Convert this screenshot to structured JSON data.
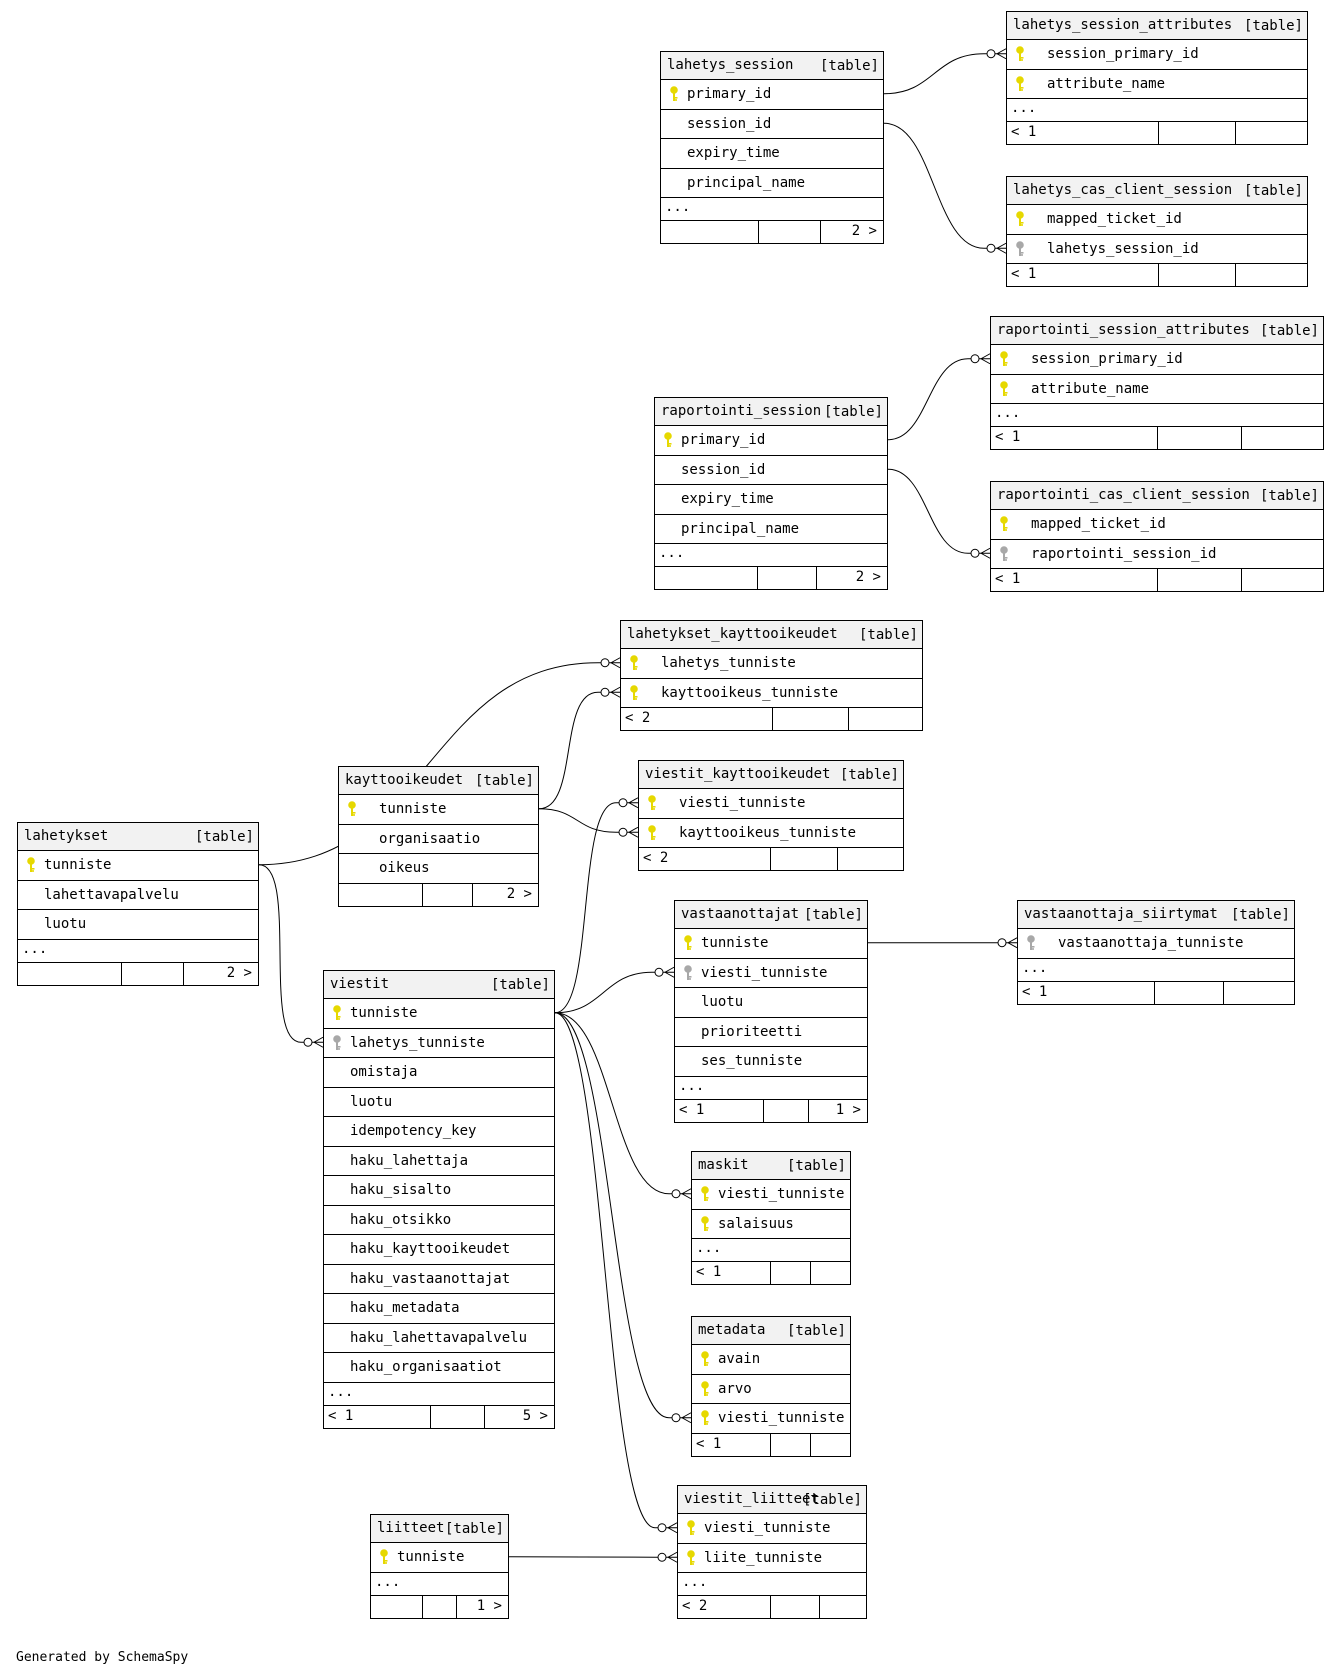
{
  "tables": [
    {
      "id": "lahetys_session",
      "name": "lahetys_session",
      "type": "[table]",
      "columns": [
        {
          "name": "primary_id",
          "key": "primary"
        },
        {
          "name": "session_id",
          "key": ""
        },
        {
          "name": "expiry_time",
          "key": ""
        },
        {
          "name": "principal_name",
          "key": ""
        }
      ],
      "more": "...",
      "parents": "",
      "children": "2 >"
    },
    {
      "id": "lahetys_session_attributes",
      "name": "lahetys_session_attributes",
      "type": "[table]",
      "columns": [
        {
          "name": "session_primary_id",
          "key": "primary"
        },
        {
          "name": "attribute_name",
          "key": "primary"
        }
      ],
      "more": "...",
      "parents": "< 1",
      "children": ""
    },
    {
      "id": "lahetys_cas_client_session",
      "name": "lahetys_cas_client_session",
      "type": "[table]",
      "columns": [
        {
          "name": "mapped_ticket_id",
          "key": "primary"
        },
        {
          "name": "lahetys_session_id",
          "key": "foreign"
        }
      ],
      "more": "",
      "parents": "< 1",
      "children": ""
    },
    {
      "id": "raportointi_session",
      "name": "raportointi_session",
      "type": "[table]",
      "columns": [
        {
          "name": "primary_id",
          "key": "primary"
        },
        {
          "name": "session_id",
          "key": ""
        },
        {
          "name": "expiry_time",
          "key": ""
        },
        {
          "name": "principal_name",
          "key": ""
        }
      ],
      "more": "...",
      "parents": "",
      "children": "2 >"
    },
    {
      "id": "raportointi_session_attributes",
      "name": "raportointi_session_attributes",
      "type": "[table]",
      "columns": [
        {
          "name": "session_primary_id",
          "key": "primary"
        },
        {
          "name": "attribute_name",
          "key": "primary"
        }
      ],
      "more": "...",
      "parents": "< 1",
      "children": ""
    },
    {
      "id": "raportointi_cas_client_session",
      "name": "raportointi_cas_client_session",
      "type": "[table]",
      "columns": [
        {
          "name": "mapped_ticket_id",
          "key": "primary"
        },
        {
          "name": "raportointi_session_id",
          "key": "foreign"
        }
      ],
      "more": "",
      "parents": "< 1",
      "children": ""
    },
    {
      "id": "lahetykset_kayttooikeudet",
      "name": "lahetykset_kayttooikeudet",
      "type": "[table]",
      "columns": [
        {
          "name": "lahetys_tunniste",
          "key": "primary"
        },
        {
          "name": "kayttooikeus_tunniste",
          "key": "primary"
        }
      ],
      "more": "",
      "parents": "< 2",
      "children": ""
    },
    {
      "id": "kayttooikeudet",
      "name": "kayttooikeudet",
      "type": "[table]",
      "columns": [
        {
          "name": "tunniste",
          "key": "primary"
        },
        {
          "name": "organisaatio",
          "key": ""
        },
        {
          "name": "oikeus",
          "key": ""
        }
      ],
      "more": "",
      "parents": "",
      "children": "2 >"
    },
    {
      "id": "viestit_kayttooikeudet",
      "name": "viestit_kayttooikeudet",
      "type": "[table]",
      "columns": [
        {
          "name": "viesti_tunniste",
          "key": "primary"
        },
        {
          "name": "kayttooikeus_tunniste",
          "key": "primary"
        }
      ],
      "more": "",
      "parents": "< 2",
      "children": ""
    },
    {
      "id": "lahetykset",
      "name": "lahetykset",
      "type": "[table]",
      "columns": [
        {
          "name": "tunniste",
          "key": "primary"
        },
        {
          "name": "lahettavapalvelu",
          "key": ""
        },
        {
          "name": "luotu",
          "key": ""
        }
      ],
      "more": "...",
      "parents": "",
      "children": "2 >"
    },
    {
      "id": "vastaanottajat",
      "name": "vastaanottajat",
      "type": "[table]",
      "columns": [
        {
          "name": "tunniste",
          "key": "primary"
        },
        {
          "name": "viesti_tunniste",
          "key": "foreign"
        },
        {
          "name": "luotu",
          "key": ""
        },
        {
          "name": "prioriteetti",
          "key": ""
        },
        {
          "name": "ses_tunniste",
          "key": ""
        }
      ],
      "more": "...",
      "parents": "< 1",
      "children": "1 >"
    },
    {
      "id": "vastaanottaja_siirtymat",
      "name": "vastaanottaja_siirtymat",
      "type": "[table]",
      "columns": [
        {
          "name": "vastaanottaja_tunniste",
          "key": "foreign"
        }
      ],
      "more": "...",
      "parents": "< 1",
      "children": ""
    },
    {
      "id": "viestit",
      "name": "viestit",
      "type": "[table]",
      "columns": [
        {
          "name": "tunniste",
          "key": "primary"
        },
        {
          "name": "lahetys_tunniste",
          "key": "foreign"
        },
        {
          "name": "omistaja",
          "key": ""
        },
        {
          "name": "luotu",
          "key": ""
        },
        {
          "name": "idempotency_key",
          "key": ""
        },
        {
          "name": "haku_lahettaja",
          "key": ""
        },
        {
          "name": "haku_sisalto",
          "key": ""
        },
        {
          "name": "haku_otsikko",
          "key": ""
        },
        {
          "name": "haku_kayttooikeudet",
          "key": ""
        },
        {
          "name": "haku_vastaanottajat",
          "key": ""
        },
        {
          "name": "haku_metadata",
          "key": ""
        },
        {
          "name": "haku_lahettavapalvelu",
          "key": ""
        },
        {
          "name": "haku_organisaatiot",
          "key": ""
        }
      ],
      "more": "...",
      "parents": "< 1",
      "children": "5 >"
    },
    {
      "id": "maskit",
      "name": "maskit",
      "type": "[table]",
      "columns": [
        {
          "name": "viesti_tunniste",
          "key": "primary"
        },
        {
          "name": "salaisuus",
          "key": "primary"
        }
      ],
      "more": "...",
      "parents": "< 1",
      "children": ""
    },
    {
      "id": "metadata",
      "name": "metadata",
      "type": "[table]",
      "columns": [
        {
          "name": "avain",
          "key": "primary"
        },
        {
          "name": "arvo",
          "key": "primary"
        },
        {
          "name": "viesti_tunniste",
          "key": "primary"
        }
      ],
      "more": "",
      "parents": "< 1",
      "children": ""
    },
    {
      "id": "liitteet",
      "name": "liitteet",
      "type": "[table]",
      "columns": [
        {
          "name": "tunniste",
          "key": "primary"
        }
      ],
      "more": "...",
      "parents": "",
      "children": "1 >"
    },
    {
      "id": "viestit_liitteet",
      "name": "viestit_liitteet",
      "type": "[table]",
      "columns": [
        {
          "name": "viesti_tunniste",
          "key": "primary"
        },
        {
          "name": "liite_tunniste",
          "key": "primary"
        }
      ],
      "more": "...",
      "parents": "< 2",
      "children": ""
    }
  ],
  "relationships": [
    {
      "from": "lahetys_session",
      "from_column": "primary_id",
      "to": "lahetys_session_attributes",
      "to_column": "session_primary_id"
    },
    {
      "from": "lahetys_session",
      "from_column": "session_id",
      "to": "lahetys_cas_client_session",
      "to_column": "lahetys_session_id"
    },
    {
      "from": "raportointi_session",
      "from_column": "primary_id",
      "to": "raportointi_session_attributes",
      "to_column": "session_primary_id"
    },
    {
      "from": "raportointi_session",
      "from_column": "session_id",
      "to": "raportointi_cas_client_session",
      "to_column": "raportointi_session_id"
    },
    {
      "from": "lahetykset",
      "from_column": "tunniste",
      "to": "lahetykset_kayttooikeudet",
      "to_column": "lahetys_tunniste"
    },
    {
      "from": "lahetykset",
      "from_column": "tunniste",
      "to": "viestit",
      "to_column": "lahetys_tunniste"
    },
    {
      "from": "kayttooikeudet",
      "from_column": "tunniste",
      "to": "lahetykset_kayttooikeudet",
      "to_column": "kayttooikeus_tunniste"
    },
    {
      "from": "kayttooikeudet",
      "from_column": "tunniste",
      "to": "viestit_kayttooikeudet",
      "to_column": "kayttooikeus_tunniste"
    },
    {
      "from": "viestit",
      "from_column": "tunniste",
      "to": "viestit_kayttooikeudet",
      "to_column": "viesti_tunniste"
    },
    {
      "from": "viestit",
      "from_column": "tunniste",
      "to": "vastaanottajat",
      "to_column": "viesti_tunniste"
    },
    {
      "from": "viestit",
      "from_column": "tunniste",
      "to": "maskit",
      "to_column": "viesti_tunniste"
    },
    {
      "from": "viestit",
      "from_column": "tunniste",
      "to": "metadata",
      "to_column": "viesti_tunniste"
    },
    {
      "from": "viestit",
      "from_column": "tunniste",
      "to": "viestit_liitteet",
      "to_column": "viesti_tunniste"
    },
    {
      "from": "vastaanottajat",
      "from_column": "tunniste",
      "to": "vastaanottaja_siirtymat",
      "to_column": "vastaanottaja_tunniste"
    },
    {
      "from": "liitteet",
      "from_column": "tunniste",
      "to": "viestit_liitteet",
      "to_column": "liite_tunniste"
    }
  ],
  "colors": {
    "primary_key": "#e6d800",
    "foreign_key": "#a8a8a8",
    "header_bg": "#f2f2f2",
    "line": "#000000"
  },
  "footer": "Generated by SchemaSpy"
}
